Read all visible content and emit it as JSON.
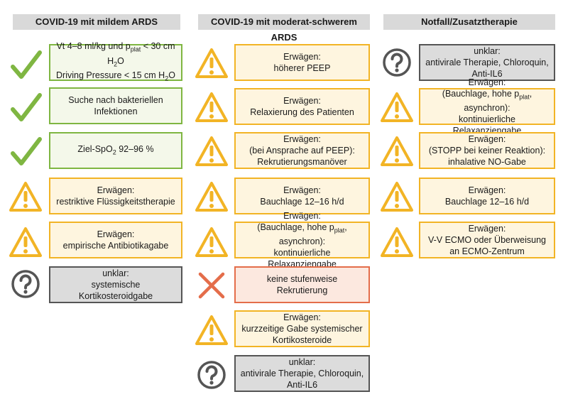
{
  "headers": {
    "col1": "COVID-19 mit mildem ARDS",
    "col2": "COVID-19 mit moderat-schwerem ARDS",
    "col3": "Notfall/Zusatztherapie"
  },
  "col1": {
    "b1": {
      "l1_pre": "Vt 4–8 ml/kg und p",
      "l1_sub": "plat",
      "l1_mid": " < 30 cm H",
      "l1_sub2": "2",
      "l1_post": "O",
      "l2_pre": "Driving Pressure < 15 cm H",
      "l2_sub": "2",
      "l2_post": "O",
      "icon": "check-icon"
    },
    "b2": {
      "l1": "Suche nach bakteriellen",
      "l2": "Infektionen",
      "icon": "check-icon"
    },
    "b3": {
      "pre": "Ziel-SpO",
      "sub": "2",
      "post": " 92–96 %",
      "icon": "check-icon"
    },
    "b4": {
      "l1": "Erwägen:",
      "l2": "restriktive Flüssigkeitstherapie",
      "icon": "warning-icon"
    },
    "b5": {
      "l1": "Erwägen:",
      "l2": "empirische Antibiotikagabe",
      "icon": "warning-icon"
    },
    "b6": {
      "l1": "unklar:",
      "l2": "systemische Kortikosteroidgabe",
      "icon": "question-icon"
    }
  },
  "col2": {
    "b1": {
      "l1": "Erwägen:",
      "l2": "höherer PEEP",
      "icon": "warning-icon"
    },
    "b2": {
      "l1": "Erwägen:",
      "l2": "Relaxierung des Patienten",
      "icon": "warning-icon"
    },
    "b3": {
      "l1": "Erwägen:",
      "l2": "(bei Ansprache auf PEEP):",
      "l3": "Rekrutierungsmanöver",
      "icon": "warning-icon"
    },
    "b4": {
      "l1": "Erwägen:",
      "l2": "Bauchlage 12–16 h/d",
      "icon": "warning-icon"
    },
    "b5": {
      "l1": "Erwägen:",
      "l2_pre": "(Bauchlage, hohe p",
      "l2_sub": "plat",
      "l2_post": ", asynchron):",
      "l3": "kontinuierliche Relaxanziengabe",
      "icon": "warning-icon"
    },
    "b6": {
      "l1": "keine stufenweise",
      "l2": "Rekrutierung",
      "icon": "cross-icon"
    },
    "b7": {
      "l1": "Erwägen:",
      "l2": "kurzzeitige Gabe systemischer",
      "l3": "Kortikosteroide",
      "icon": "warning-icon"
    },
    "b8": {
      "l1": "unklar:",
      "l2": "antivirale Therapie, Chloroquin,",
      "l3": "Anti-IL6",
      "icon": "question-icon"
    }
  },
  "col3": {
    "b1": {
      "l1": "unklar:",
      "l2": "antivirale Therapie, Chloroquin,",
      "l3": "Anti-IL6",
      "icon": "question-icon"
    },
    "b2": {
      "l1": "Erwägen:",
      "l2_pre": "(Bauchlage, hohe p",
      "l2_sub": "plat",
      "l2_post": ", asynchron):",
      "l3": "kontinuierliche Relaxanziengabe",
      "icon": "warning-icon"
    },
    "b3": {
      "l1": "Erwägen:",
      "l2": "(STOPP bei keiner Reaktion):",
      "l3": "inhalative NO-Gabe",
      "icon": "warning-icon"
    },
    "b4": {
      "l1": "Erwägen:",
      "l2": "Bauchlage 12–16 h/d",
      "icon": "warning-icon"
    },
    "b5": {
      "l1": "Erwägen:",
      "l2": "V-V ECMO oder Überweisung",
      "l3": "an ECMO-Zentrum",
      "icon": "warning-icon"
    }
  },
  "colors": {
    "green": "#7fb642",
    "yellow": "#f2b425",
    "red": "#e46d4a",
    "gray": "#555555"
  }
}
